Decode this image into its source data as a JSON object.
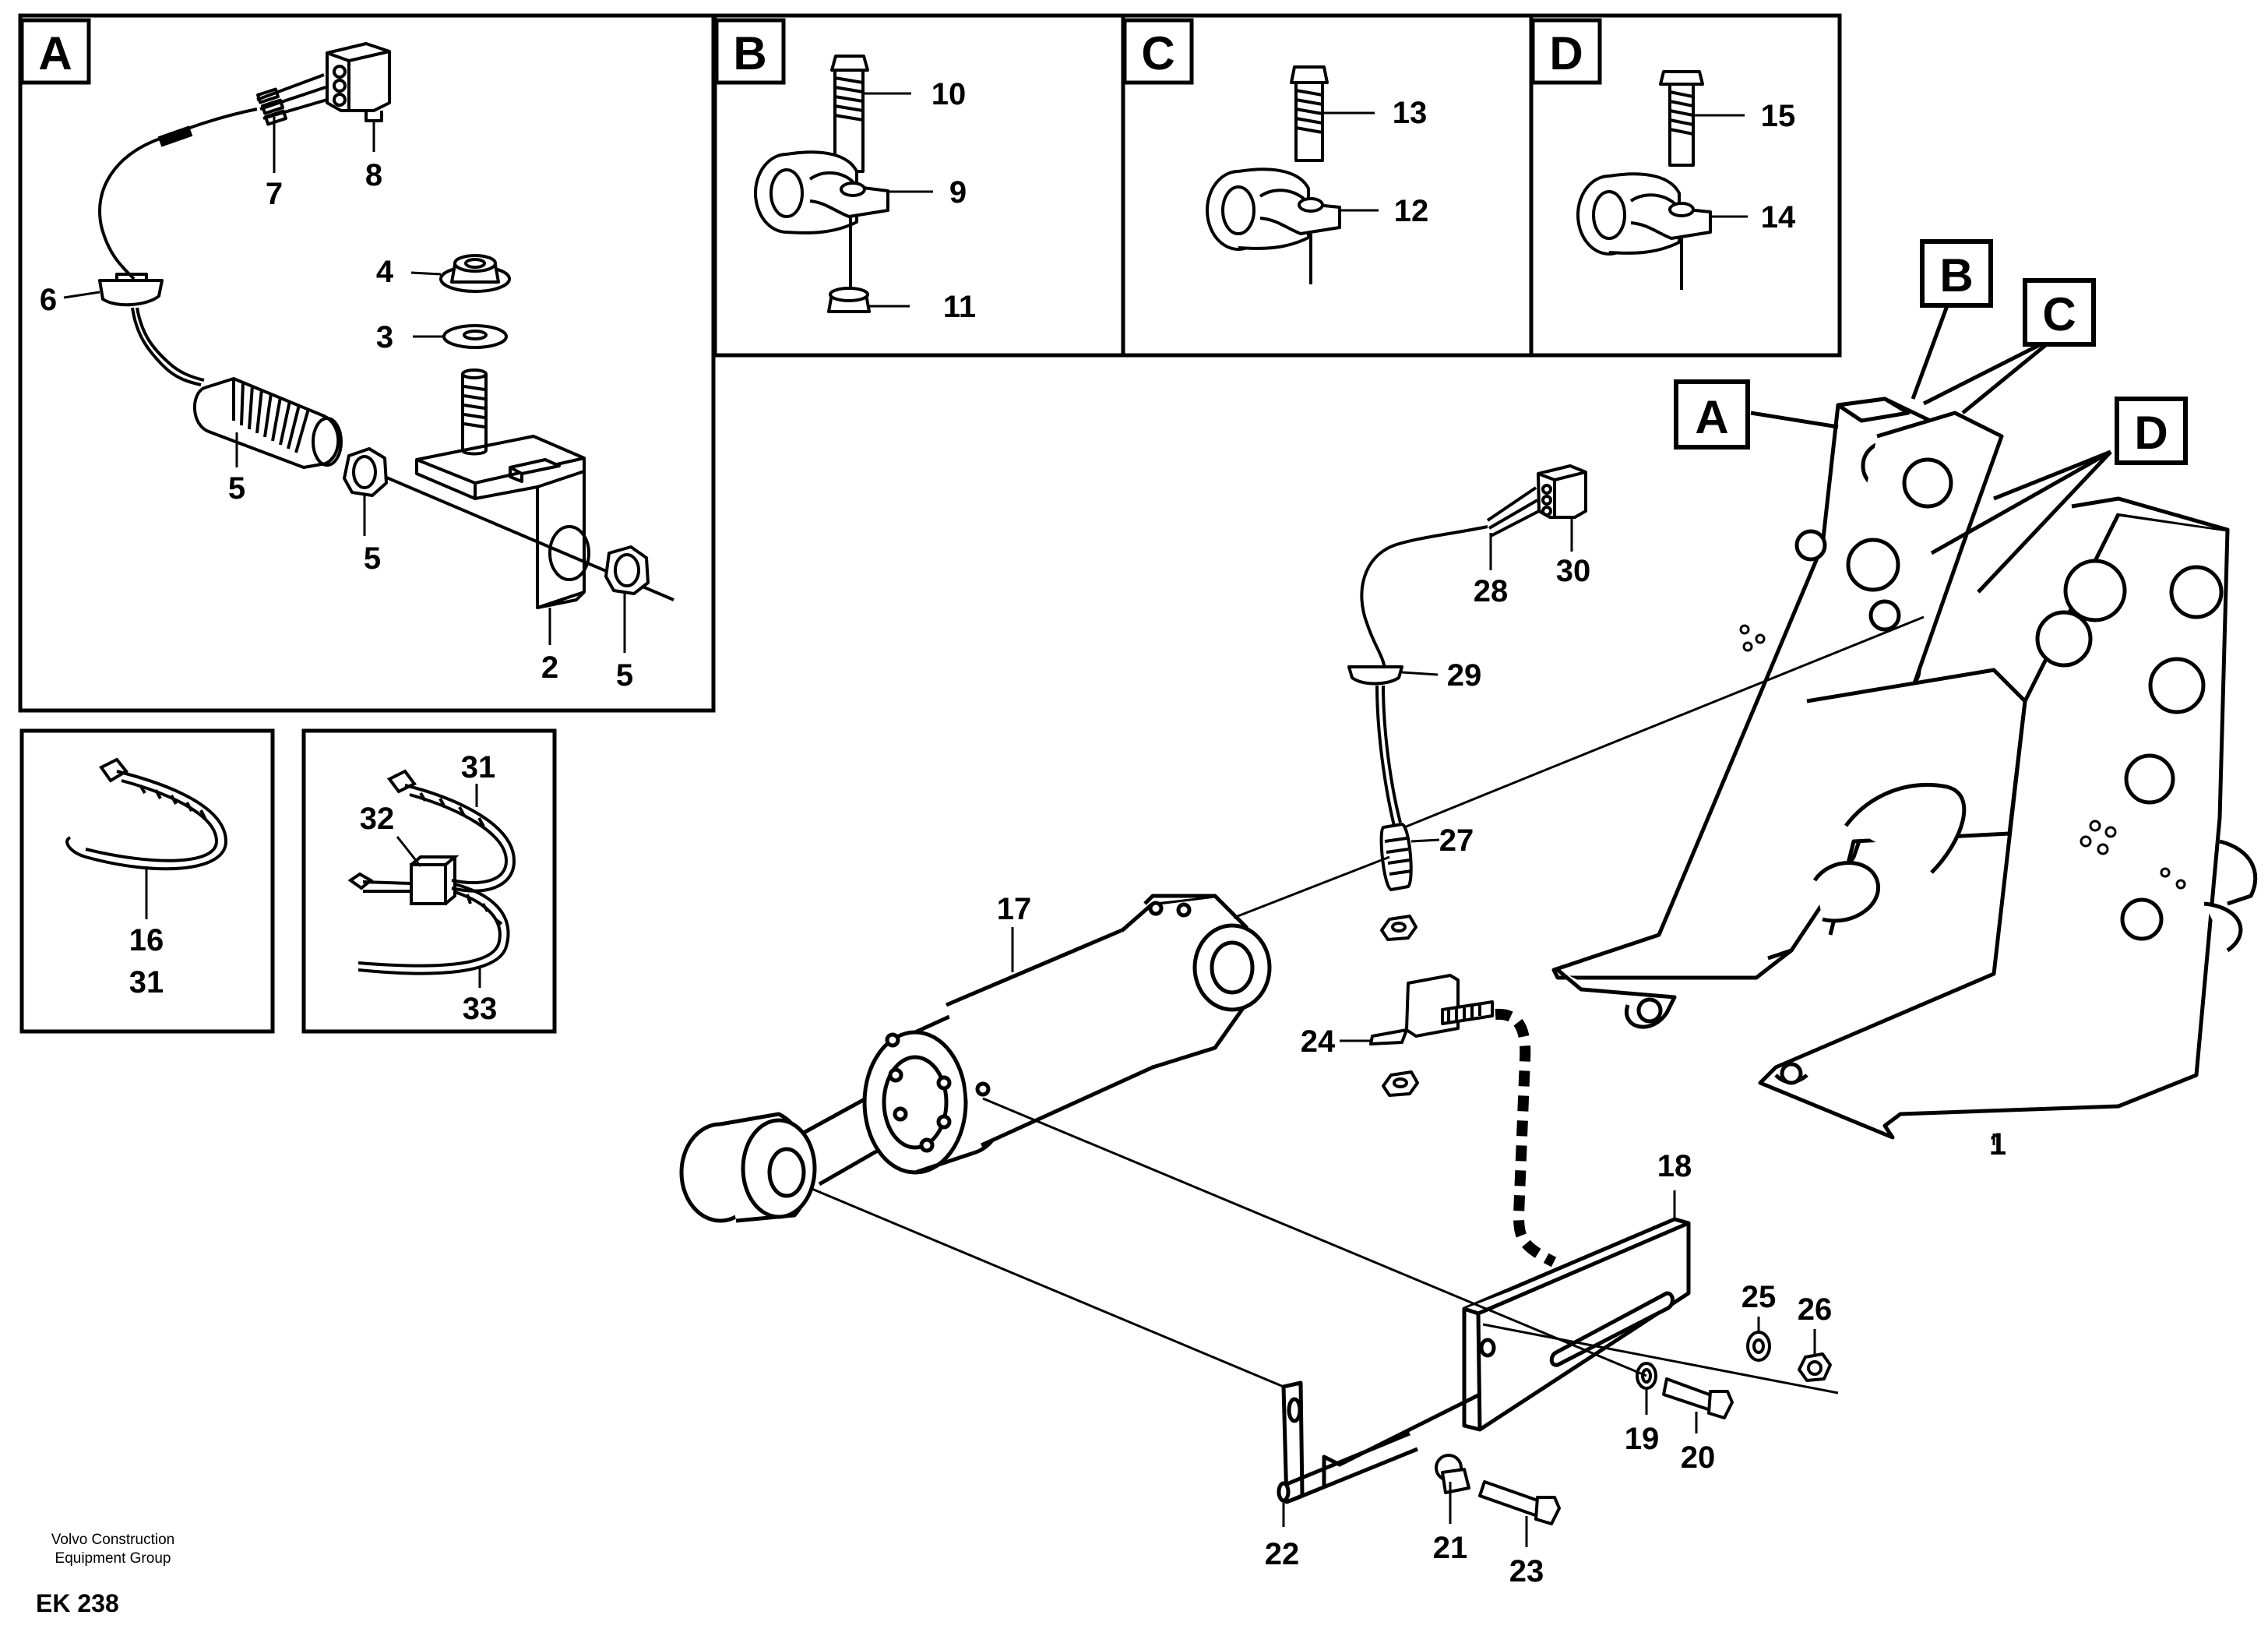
{
  "footer": {
    "company_line1": "Volvo Construction",
    "company_line2": "Equipment Group",
    "code": "EK 238"
  },
  "detail_frames": [
    "A",
    "B",
    "C",
    "D"
  ],
  "main_frame_labels": [
    "A",
    "B",
    "C",
    "D"
  ],
  "callouts": {
    "n1": "1",
    "n2": "2",
    "n3": "3",
    "n4": "4",
    "n5a": "5",
    "n5b": "5",
    "n5c": "5",
    "n6": "6",
    "n7": "7",
    "n8": "8",
    "n9": "9",
    "n10": "10",
    "n11": "11",
    "n12": "12",
    "n13": "13",
    "n14": "14",
    "n15": "15",
    "n16": "16",
    "n17": "17",
    "n18": "18",
    "n19": "19",
    "n20": "20",
    "n21": "21",
    "n22": "22",
    "n23": "23",
    "n24": "24",
    "n25": "25",
    "n26": "26",
    "n27": "27",
    "n28": "28",
    "n29": "29",
    "n30": "30",
    "n31a": "31",
    "n31b": "31",
    "n32": "32",
    "n33": "33"
  },
  "colors": {
    "line": "#000000",
    "background": "#ffffff"
  }
}
